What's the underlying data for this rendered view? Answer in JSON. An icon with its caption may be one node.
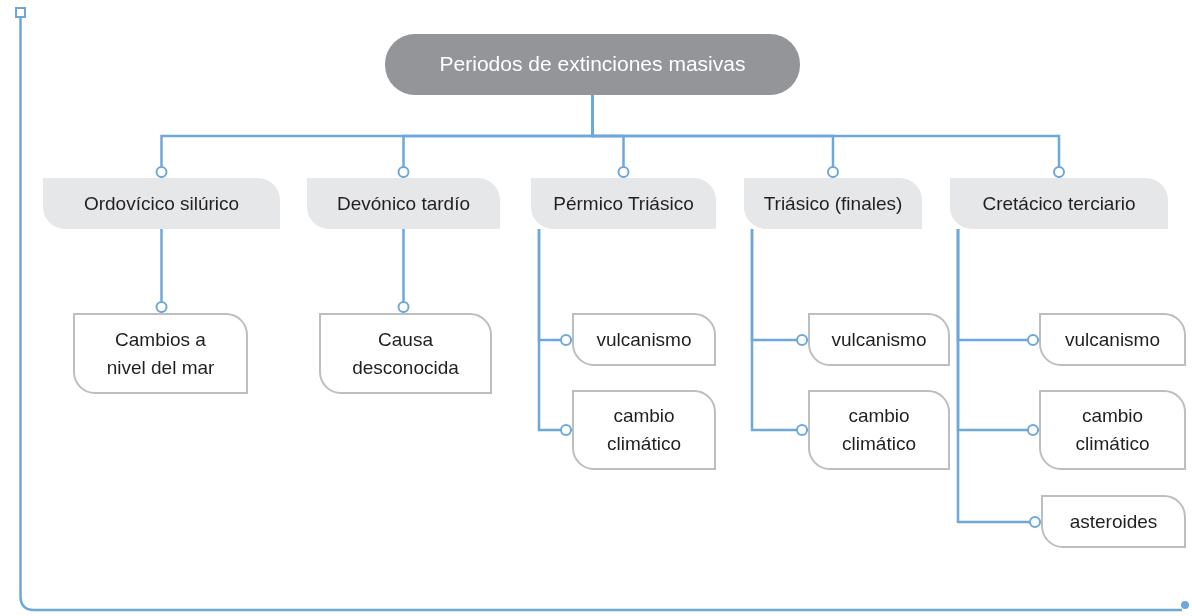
{
  "diagram": {
    "nodes": [
      {
        "text": [
          "Periodos de extinciones masivas"
        ]
      },
      {
        "text": [
          "Ordovícico silúrico"
        ]
      },
      {
        "text": [
          "Devónico tardío"
        ]
      },
      {
        "text": [
          "Pérmico Triásico"
        ]
      },
      {
        "text": [
          "Triásico (finales)"
        ]
      },
      {
        "text": [
          "Cretácico terciario"
        ]
      },
      {
        "text": [
          "Cambios a nivel del mar"
        ]
      },
      {
        "text": [
          "Causa desconocida"
        ]
      },
      {
        "text": [
          "vulcanismo"
        ]
      },
      {
        "text": [
          "cambio climático"
        ]
      },
      {
        "text": [
          "vulcanismo"
        ]
      },
      {
        "text": [
          "cambio climático"
        ]
      },
      {
        "text": [
          "vulcanismo"
        ]
      },
      {
        "text": [
          "cambio climático"
        ]
      },
      {
        "text": [
          "asteroides"
        ]
      }
    ],
    "edges": [
      {
        "from": 0,
        "to": 1,
        "arrow": "other"
      },
      {
        "from": 0,
        "to": 2,
        "arrow": "other"
      },
      {
        "from": 0,
        "to": 3,
        "arrow": "other"
      },
      {
        "from": 0,
        "to": 4,
        "arrow": "other"
      },
      {
        "from": 0,
        "to": 5,
        "arrow": "other"
      },
      {
        "from": 1,
        "to": 6,
        "arrow": "other"
      },
      {
        "from": 2,
        "to": 7,
        "arrow": "other"
      },
      {
        "from": 3,
        "to": 8,
        "arrow": "other"
      },
      {
        "from": 3,
        "to": 9,
        "arrow": "other"
      },
      {
        "from": 4,
        "to": 10,
        "arrow": "other"
      },
      {
        "from": 4,
        "to": 11,
        "arrow": "other"
      },
      {
        "from": 5,
        "to": 12,
        "arrow": "other"
      },
      {
        "from": 5,
        "to": 13,
        "arrow": "other"
      },
      {
        "from": 5,
        "to": 14,
        "arrow": "other"
      }
    ]
  }
}
